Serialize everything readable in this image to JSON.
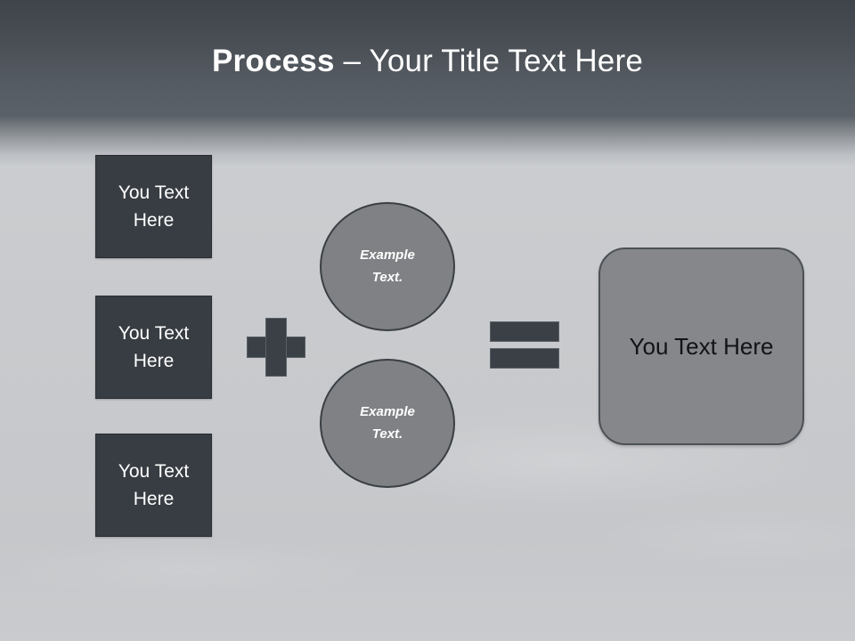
{
  "slide": {
    "title": {
      "strong": "Process",
      "rest": " – Your Title Text Here"
    },
    "colors": {
      "header_top": "#3f444b",
      "header_bottom": "#5b6168",
      "body": "#c8cacd",
      "box_fill": "#383d43",
      "box_text": "#ffffff",
      "circle_fill": "#7f8184",
      "circle_border": "#3a3f45",
      "result_fill": "#85878a",
      "result_text": "#111317",
      "operator_fill": "#3a4046"
    },
    "inputs": [
      {
        "label": "You Text Here"
      },
      {
        "label": "You Text Here"
      },
      {
        "label": "You Text Here"
      }
    ],
    "operators": {
      "plus": "+",
      "equals": "="
    },
    "circles": [
      {
        "line1": "Example",
        "line2": "Text."
      },
      {
        "line1": "Example",
        "line2": "Text."
      }
    ],
    "result": {
      "label": "You Text Here"
    }
  }
}
